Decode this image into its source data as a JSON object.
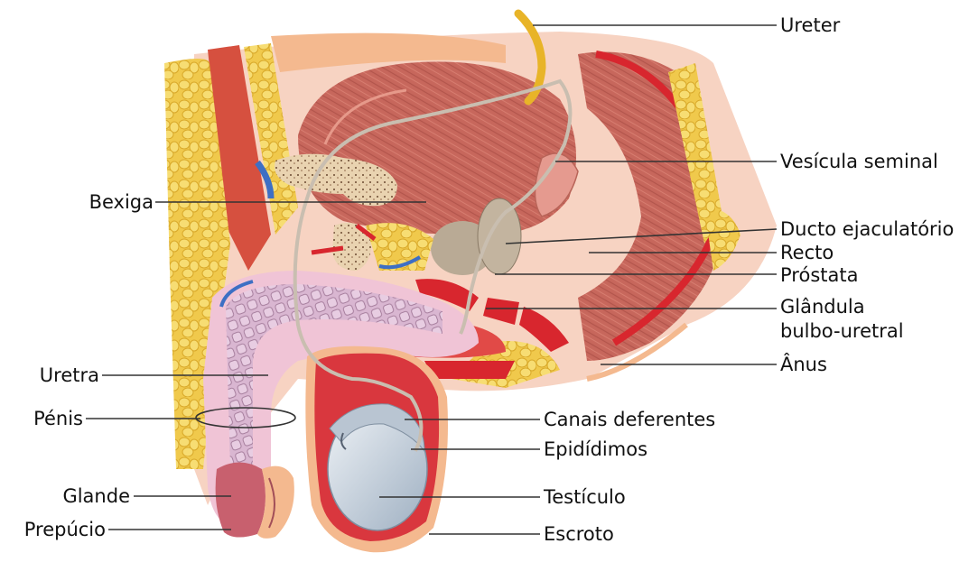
{
  "labels": {
    "ureter": "Ureter",
    "vesicula": "Vesícula seminal",
    "bexiga": "Bexiga",
    "ducto": "Ducto ejaculatório",
    "recto": "Recto",
    "prostata": "Próstata",
    "glandula_1": "Glândula",
    "glandula_2": "bulbo-uretral",
    "anus": "Ânus",
    "uretra": "Uretra",
    "penis": "Pénis",
    "canais": "Canais deferentes",
    "epididimos": "Epidídimos",
    "glande": "Glande",
    "testiculo": "Testículo",
    "prepucio": "Prepúcio",
    "escroto": "Escroto"
  },
  "colors": {
    "muscle": "#c9685e",
    "muscle_light": "#e8a08e",
    "fat": "#f3d15a",
    "skin": "#f4b98f",
    "bone": "#e9cfa3",
    "urethra": "#cfa9c8",
    "testis": "#c7d3df",
    "blood_red": "#d8262e",
    "vessel_blue": "#3d6fc4",
    "duct": "#d8c8b0",
    "leader": "#333333"
  }
}
